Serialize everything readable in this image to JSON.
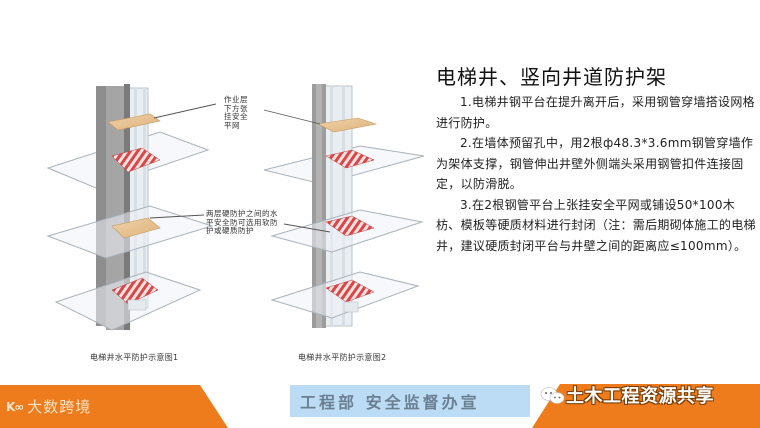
{
  "slide": {
    "title": "电梯井、竖向井道防护架",
    "paragraphs": [
      "1.电梯井钢平台在提升离开后，采用钢管穿墙搭设网格进行防护。",
      "2.在墙体预留孔中，用2根ф48.3*3.6mm钢管穿墙作为架体支撑，钢管伸出井壁外侧端头采用钢管扣件连接固定，以防滑脱。",
      "3.在2根钢管平台上张挂安全平网或铺设50*100木枋、模板等硬质材料进行封闭（注：需后期砌体施工的电梯井，建议硬质封闭平台与井壁之间的距离应≤100mm）。"
    ]
  },
  "diagrams": {
    "callout_top": "作业层下方张挂安全平网",
    "callout_middle": "两层硬防护之间的水平安全防可选用软防护或硬质防护",
    "caption_left": "电梯井水平防护示意图1",
    "caption_right": "电梯井水平防护示意图2"
  },
  "footer": {
    "logo_mark": "K∞",
    "logo_text": "大数跨境",
    "department": "工程部  安全监督办宣",
    "source_icon": "wechat-icon",
    "source_label": "土木工程资源共享"
  },
  "colors": {
    "orange": "#ee7c1c",
    "banner_blue": "#bcdcf5",
    "hard_protection_red": "#d9474a",
    "wood_platform": "#e9c79a",
    "wall_gray": "#8c8c8c"
  }
}
